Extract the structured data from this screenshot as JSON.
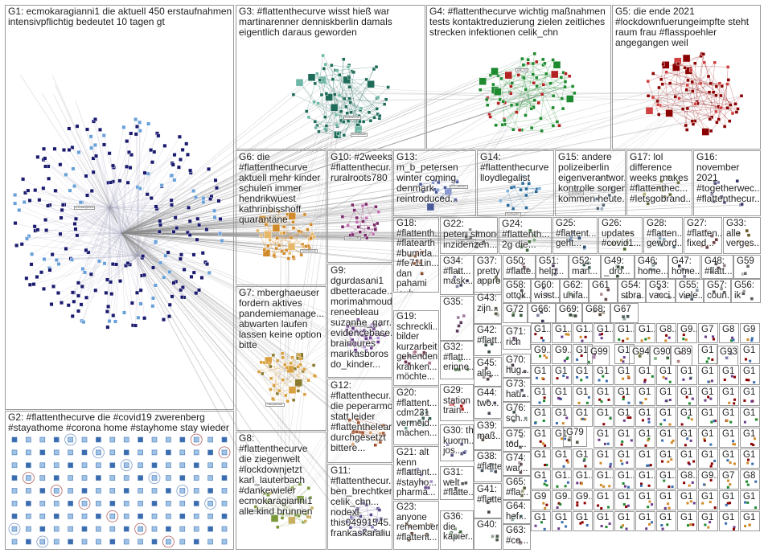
{
  "groups": [
    {
      "id": "G1",
      "label": "G1: ecmokaragianni1 die aktuell 450 erstaufnahmen\nintensivpflichtig bedeutet 10 tagen gt",
      "color": "#1a1a6e",
      "secondary": "#6aa0d8",
      "nodes": 260
    },
    {
      "id": "G2",
      "label": "G2: #flattenthecurve die #covid19 zwerenberg\n#stayathome #corona home #stayhome stay wieder",
      "color": "#3a6db0",
      "secondary": "#9ec3e6",
      "nodes": 144
    },
    {
      "id": "G3",
      "label": "G3: #flattenthecurve wisst hieß war\nmartinarenner denniskberlin damals\neigentlich daraus geworden",
      "color": "#1e6b5a",
      "secondary": "#6fb7a6",
      "nodes": 90
    },
    {
      "id": "G4",
      "label": "G4: #flattenthecurve wichtig maßnahmen\ntests kontaktreduzierung zielen zeitliches\nstrecken infektionen celik_chn",
      "color": "#1d8a2f",
      "secondary": "#b22222",
      "nodes": 85
    },
    {
      "id": "G5",
      "label": "G5: die ende 2021\n#lockdownfuerungeimpfte steht\nraum frau #flasspoehler\nangegangen weil",
      "color": "#8b0000",
      "secondary": "#d04040",
      "nodes": 80
    },
    {
      "id": "G6",
      "label": "G6: die\n#flattenthecurve\naktuell mehr kinder\nschulen immer\nhendrikwuest\nkathrinbisshoff\nquarantäne",
      "color": "#d08a2a",
      "secondary": "#e8b86a",
      "nodes": 60
    },
    {
      "id": "G7",
      "label": "G7: mberghaeuser\nfordern aktives\npandemiemanage...\nabwarten laufen\nlassen keine option\nbitte",
      "color": "#d9a040",
      "secondary": "#8a7a30",
      "nodes": 45
    },
    {
      "id": "G8",
      "label": "G8: #flattenthecurve\ndie ziegenwelt\n#lockdownjetzt\nkarl_lauterbach\n#dankewieler\necmokaragianni1\nalle kind brunnen",
      "color": "#7a9a3a",
      "secondary": "#c8b060",
      "nodes": 30
    },
    {
      "id": "G9",
      "label": "G9:\ndgurdasani1\ndbetteracade...\nmorimahmoudi\nreneebleau\nsuzanne_garr...\nevidencebase...\nbraincures\nmarikasboros\ndo_kinder...",
      "color": "#6a3a8a",
      "secondary": "#b090d0",
      "nodes": 32
    },
    {
      "id": "G10",
      "label": "G10: #2weeks\n#flattenthecur...\nruralroots780",
      "color": "#7a2a6a",
      "secondary": "#c070b0",
      "nodes": 26
    },
    {
      "id": "G11",
      "label": "G11:\n#flattenthecur...\nben_brechtken\ncelik_chn...\nnodexl\nthis04991545...\nfrankaskaraliu...",
      "color": "#5a4a8a",
      "secondary": "#9080c0",
      "nodes": 22
    },
    {
      "id": "G12",
      "label": "G12:\n#flattenthecur...\ndie peperarmo\nstatt leider\n#flattenthelear...\ndurchgesetzt\nbittere...",
      "color": "#a0522d",
      "secondary": "#d8a070",
      "nodes": 20
    },
    {
      "id": "G13",
      "label": "G13:\nm_b_petersen\nwinter coming\ndenmark\nreintroduced...",
      "color": "#4a5a9a",
      "secondary": "#8a9ad0",
      "nodes": 16
    },
    {
      "id": "G14",
      "label": "G14:\n#flattenthecurve\nlloydlegalist",
      "color": "#2a6a9a",
      "secondary": "#80b0d8",
      "nodes": 16
    },
    {
      "id": "G15",
      "label": "G15: andere\npolizeiberlin\neigenverantwor...\nkontrolle sorgen\nkommen heute...",
      "color": "#5a6a7a",
      "secondary": "#a0b0c0",
      "nodes": 12
    },
    {
      "id": "G16",
      "label": "G16:\nnovember\n2021\n#togetherwec...\n#flattenthecur...",
      "color": "#3a3a6a",
      "secondary": "#8080b0",
      "nodes": 10
    },
    {
      "id": "G17",
      "label": "G17: lol\ndifference\nweeks makes\n#flattenthec...\n#letsgobrand...",
      "color": "#6a6a3a",
      "secondary": "#b0b070",
      "nodes": 10
    },
    {
      "id": "G18",
      "label": "G18:\n#flattenth...\n#flatearth\n#bumida...\n#fe711in...\ndan\npahami\njauh...",
      "color": "#8a4a2a",
      "secondary": "#c08060",
      "nodes": 10
    },
    {
      "id": "G19",
      "label": "G19:\nschreckli...\nbilder\nkurzarbeit\ngehenden\nkranken...\nmöchte...",
      "color": "#6a2a4a",
      "secondary": "#b07090",
      "nodes": 9
    },
    {
      "id": "G20",
      "label": "G20:\n#flattent...\ncdm231\nvermeid...\nmachen...",
      "color": "#2a5a4a",
      "secondary": "#70a090",
      "nodes": 9
    },
    {
      "id": "G21",
      "label": "G21: alt\nkenn\n#flattent...\n#stayho...\npharma...",
      "color": "#6a4a8a",
      "secondary": "#a090c0",
      "nodes": 8
    },
    {
      "id": "G22",
      "label": "G22:\npeter_simone\ninzidenzen...",
      "color": "#4a4a4a",
      "secondary": "#909090",
      "nodes": 8
    },
    {
      "id": "G23",
      "label": "G23:\nanyone\nremember\n#flattent...",
      "color": "#5a3a2a",
      "secondary": "#a08070",
      "nodes": 8
    },
    {
      "id": "G24",
      "label": "G24:\n#flattenth...\n2g die...",
      "color": "#3a6a3a",
      "secondary": "#80b080",
      "nodes": 7
    },
    {
      "id": "G25",
      "label": "G25:\n#flattent...\ngeht...",
      "color": "#2a4a6a",
      "secondary": "#7090b0",
      "nodes": 7
    },
    {
      "id": "G26",
      "label": "G26:\nupdates\n#covid1...",
      "color": "#4a6a2a",
      "secondary": "#90b070",
      "nodes": 6
    },
    {
      "id": "G27",
      "label": "G27:\n#flatten...\nfixed...",
      "color": "#6a3a3a",
      "secondary": "#b08080",
      "nodes": 6
    },
    {
      "id": "G28",
      "label": "G28:\n#flatten...\ngeword...",
      "color": "#3a5a6a",
      "secondary": "#80a0b0",
      "nodes": 6
    },
    {
      "id": "G29",
      "label": "G29:\nstation\ntrain...",
      "color": "#b22222",
      "secondary": "#e08080",
      "nodes": 6
    },
    {
      "id": "G30",
      "label": "G30: th\nkuorm...\njos...",
      "color": "#4a4a7a",
      "secondary": "#9090c0",
      "nodes": 6
    },
    {
      "id": "G31",
      "label": "G31:\nwelt\n#flatte...",
      "color": "#5a5a5a",
      "secondary": "#a0a0a0",
      "nodes": 5
    },
    {
      "id": "G32",
      "label": "G32:\n#flatt...\nerinne...",
      "color": "#2a5a2a",
      "secondary": "#70a070",
      "nodes": 5
    },
    {
      "id": "G33",
      "label": "G33:\nalle\nverges...",
      "color": "#6a5a2a",
      "secondary": "#b0a070",
      "nodes": 5
    },
    {
      "id": "G34",
      "label": "G34:\n#flatt...\nmask...",
      "color": "#3a3a5a",
      "secondary": "#8080a0",
      "nodes": 5
    },
    {
      "id": "G35",
      "label": "G35:",
      "color": "#5a3a5a",
      "secondary": "#a080a0",
      "nodes": 5
    },
    {
      "id": "G36",
      "label": "G36:\ndie\nkapier...",
      "color": "#3a5a3a",
      "secondary": "#80a080",
      "nodes": 5
    },
    {
      "id": "G37",
      "label": "G37:\npretty\nappro...",
      "color": "#5a5a3a",
      "secondary": "#a0a080",
      "nodes": 5
    },
    {
      "id": "G38",
      "label": "G38:\n#flatte...",
      "color": "#3a4a5a",
      "secondary": "#8090a0",
      "nodes": 4
    },
    {
      "id": "G39",
      "label": "G39:\nmaß...",
      "color": "#5a4a3a",
      "secondary": "#a09080",
      "nodes": 4
    },
    {
      "id": "G40",
      "label": "G40:",
      "color": "#4a5a4a",
      "secondary": "#90a090",
      "nodes": 4
    },
    {
      "id": "G41",
      "label": "G41:\n#flatte...",
      "color": "#4a3a4a",
      "secondary": "#908090",
      "nodes": 4
    },
    {
      "id": "G42",
      "label": "G42:\n#flatt...",
      "color": "#3a4a4a",
      "secondary": "#809090",
      "nodes": 4
    },
    {
      "id": "G43",
      "label": "G43:\nzijn...",
      "color": "#5a5a4a",
      "secondary": "#a0a090",
      "nodes": 4
    },
    {
      "id": "G44",
      "label": "G44:\ntwo...",
      "color": "#4a4a5a",
      "secondary": "#9090a0",
      "nodes": 4
    },
    {
      "id": "G45",
      "label": "G45:\nalle...",
      "color": "#5a4a4a",
      "secondary": "#a09090",
      "nodes": 4
    },
    {
      "id": "G46",
      "label": "G46:\nhome...",
      "color": "#4a5a5a",
      "secondary": "#90a0a0",
      "nodes": 4
    },
    {
      "id": "G47",
      "label": "G47:\nhome...",
      "color": "#3a3a4a",
      "secondary": "#808090",
      "nodes": 4
    },
    {
      "id": "G48",
      "label": "G48:\n#flatt...",
      "color": "#4a3a3a",
      "secondary": "#908080",
      "nodes": 4
    },
    {
      "id": "G49",
      "label": "G49:\n_dro...",
      "color": "#3a4a3a",
      "secondary": "#809080",
      "nodes": 4
    },
    {
      "id": "G50",
      "label": "G50:\n#flatte...",
      "color": "#5a3a4a",
      "secondary": "#a08090",
      "nodes": 4
    },
    {
      "id": "G51",
      "label": "G51:\nhelp...",
      "color": "#4a3a5a",
      "secondary": "#9080a0",
      "nodes": 4
    },
    {
      "id": "G52",
      "label": "G52:\nman...",
      "color": "#3a5a4a",
      "secondary": "#80a090",
      "nodes": 4
    },
    {
      "id": "G53",
      "label": "G53:\nvacci...",
      "color": "#5a4a5a",
      "secondary": "#a090a0",
      "nodes": 4
    },
    {
      "id": "G54",
      "label": "G54:\nstbra...",
      "color": "#4a5a3a",
      "secondary": "#90a080",
      "nodes": 4
    },
    {
      "id": "G55",
      "label": "G55:\nviele...",
      "color": "#3a4a5a",
      "secondary": "#8090a0",
      "nodes": 4
    },
    {
      "id": "G56",
      "label": "G56:\nik",
      "color": "#5a5a5a",
      "secondary": "#a0a0a0",
      "nodes": 3
    },
    {
      "id": "G57",
      "label": "G57:\ncoun...",
      "color": "#4a4a4a",
      "secondary": "#909090",
      "nodes": 3
    },
    {
      "id": "G58",
      "label": "G58:\nottok...",
      "color": "#3a3a3a",
      "secondary": "#808080",
      "nodes": 3
    },
    {
      "id": "G59",
      "label": "G59",
      "color": "#6a6a6a",
      "secondary": "#b0b0b0",
      "nodes": 3
    },
    {
      "id": "G60",
      "label": "G60:\nwisst...",
      "color": "#4a4a6a",
      "secondary": "#9090b0",
      "nodes": 3
    },
    {
      "id": "G61",
      "label": "G61",
      "color": "#6a4a4a",
      "secondary": "#b09090",
      "nodes": 3
    },
    {
      "id": "G62",
      "label": "G62:\nunifa...",
      "color": "#4a6a4a",
      "secondary": "#90b090",
      "nodes": 3
    },
    {
      "id": "G63",
      "label": "G63:\n#co...",
      "color": "#5a3a3a",
      "secondary": "#a08080",
      "nodes": 3
    },
    {
      "id": "G64",
      "label": "G64:\nhef...",
      "color": "#3a5a5a",
      "secondary": "#80a0a0",
      "nodes": 3
    },
    {
      "id": "G65",
      "label": "G65:\n#fla...",
      "color": "#5a5a3a",
      "secondary": "#a0a080",
      "nodes": 3
    },
    {
      "id": "G66",
      "label": "G66:",
      "color": "#3a3a5a",
      "secondary": "#8080a0",
      "nodes": 3
    },
    {
      "id": "G67",
      "label": "G67",
      "color": "#4a5a5a",
      "secondary": "#90a0a0",
      "nodes": 3
    },
    {
      "id": "G68",
      "label": "G68:",
      "color": "#5a4a3a",
      "secondary": "#a09080",
      "nodes": 3
    },
    {
      "id": "G69",
      "label": "G69:",
      "color": "#3a4a3a",
      "secondary": "#809080",
      "nodes": 3
    },
    {
      "id": "G70",
      "label": "G70:\nhug...",
      "color": "#4a3a4a",
      "secondary": "#908090",
      "nodes": 3
    },
    {
      "id": "G71",
      "label": "G71:\nrich",
      "color": "#5a3a5a",
      "secondary": "#a080a0",
      "nodes": 3
    },
    {
      "id": "G72",
      "label": "G72",
      "color": "#3a5a3a",
      "secondary": "#80a080",
      "nodes": 3
    },
    {
      "id": "G73",
      "label": "G73:\nhau...",
      "color": "#4a4a5a",
      "secondary": "#9090a0",
      "nodes": 3
    },
    {
      "id": "G74",
      "label": "G74:\nwar...",
      "color": "#5a4a4a",
      "secondary": "#a09090",
      "nodes": 3
    },
    {
      "id": "G75",
      "label": "G75:\ntod...",
      "color": "#4a5a4a",
      "secondary": "#90a090",
      "nodes": 3
    },
    {
      "id": "G76",
      "label": "G76:\nsch...",
      "color": "#3a4a4a",
      "secondary": "#809090",
      "nodes": 3
    },
    {
      "id": "G79",
      "label": "G79",
      "color": "#5a5a4a",
      "secondary": "#a0a090",
      "nodes": 3
    },
    {
      "id": "G89",
      "label": "G89",
      "color": "#6a3a3a",
      "secondary": "#b08080",
      "nodes": 2
    },
    {
      "id": "G90",
      "label": "G90",
      "color": "#3a6a3a",
      "secondary": "#80b080",
      "nodes": 2
    },
    {
      "id": "G93",
      "label": "G93",
      "color": "#3a3a6a",
      "secondary": "#8080b0",
      "nodes": 2
    },
    {
      "id": "G94",
      "label": "G94",
      "color": "#6a6a3a",
      "secondary": "#b0b080",
      "nodes": 2
    },
    {
      "id": "G99",
      "label": "G99",
      "color": "#6a3a6a",
      "secondary": "#b080b0",
      "nodes": 2
    }
  ],
  "small_cell_labels": [
    "G1...",
    "G1...",
    "G1...",
    "G1...",
    "G1...",
    "G1...",
    "G8...",
    "G9...",
    "G7",
    "G8",
    "G9",
    "G9...",
    "G9...",
    "G1",
    "G1",
    "G1",
    "G1",
    "G1",
    "G1",
    "G1",
    "G1",
    "G1",
    "G1",
    "G1",
    "G1",
    "G1",
    "G1",
    "G1",
    "G1",
    "G1",
    "G1",
    "G1",
    "G1",
    "G1",
    "G1",
    "G1",
    "G1",
    "G1",
    "G1",
    "G1",
    "G1",
    "G1",
    "G1",
    "G1",
    "G1",
    "G1",
    "G1",
    "G1",
    "G1",
    "G1",
    "G1",
    "G1",
    "G1",
    "G1",
    "G1",
    "G1",
    "G1",
    "G1",
    "G1",
    "G1",
    "G1",
    "G1",
    "G1",
    "G1",
    "G1",
    "G1",
    "G1",
    "G1",
    "G1",
    "G1",
    "G1",
    "G1"
  ],
  "node_tags": [
    "denniskberlin",
    "martinarenner",
    "nodexl",
    "celik_chn",
    "ecmokaragianni1",
    "karl_lauterbach",
    "hendrikwuest",
    "lloydlegalist",
    "polizeiberlin",
    "m_b_petersen",
    "peter_simone",
    "mberghaeuser",
    "ruralroots780",
    "dgurdasani1",
    "ben_brechtken"
  ],
  "edge_color": "#8c8c8c",
  "background": "#ffffff"
}
